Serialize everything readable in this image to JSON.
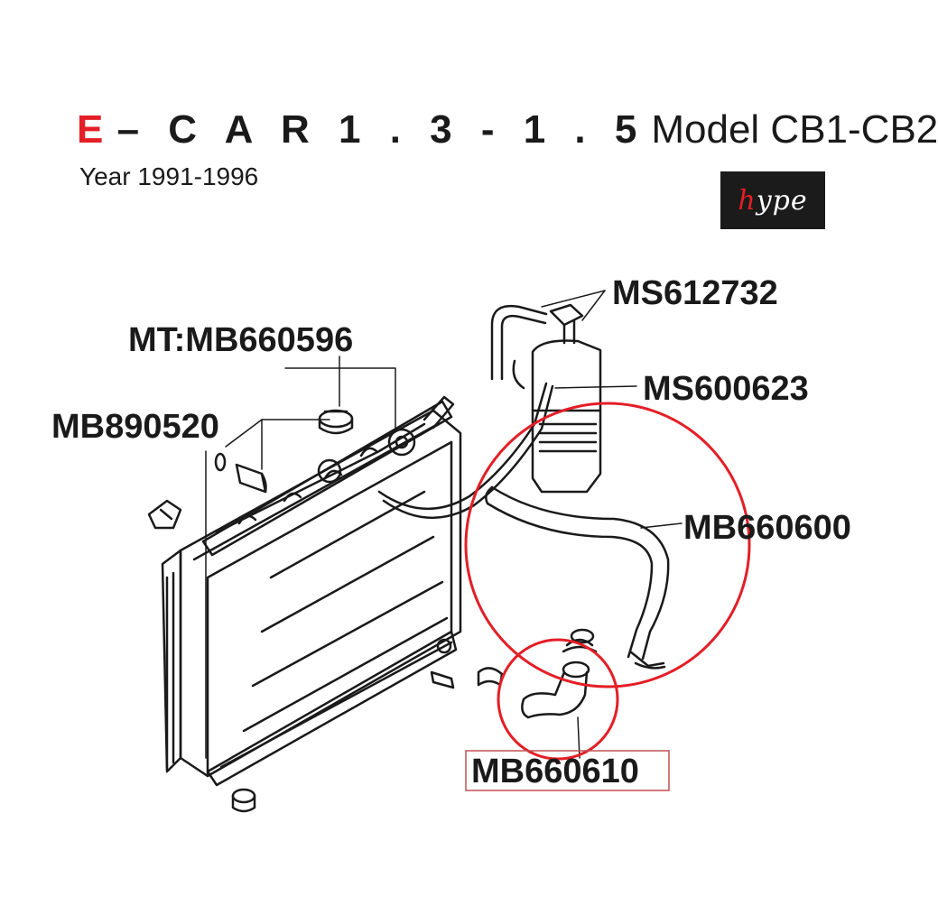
{
  "header": {
    "brand_letter": "E",
    "car_name": "– C A R  1 . 3 - 1 . 5",
    "model": "Model CB1-CB2",
    "year": "Year 1991-1996"
  },
  "logo": {
    "text": "hype"
  },
  "parts": [
    {
      "id": "ms612732",
      "label": "MS612732"
    },
    {
      "id": "mt-mb660596",
      "label": "MT:MB660596"
    },
    {
      "id": "ms600623",
      "label": "MS600623"
    },
    {
      "id": "mb890520",
      "label": "MB890520"
    },
    {
      "id": "mb660600",
      "label": "MB660600"
    },
    {
      "id": "mb660610",
      "label": "MB660610"
    }
  ],
  "colors": {
    "highlight_circle": "#e41e26",
    "line_art": "#1a1a1a"
  }
}
